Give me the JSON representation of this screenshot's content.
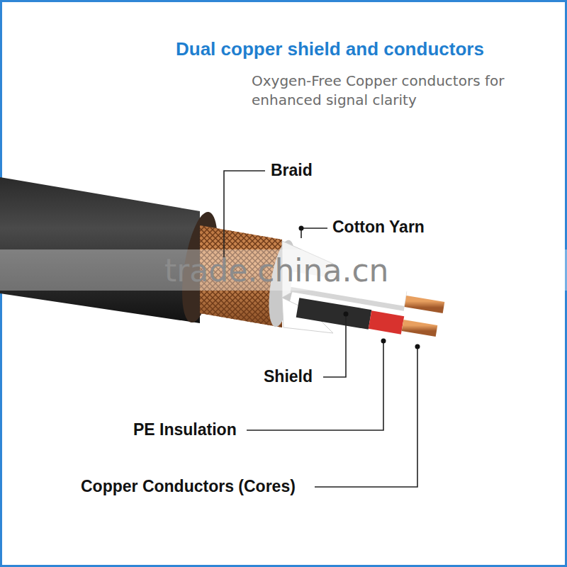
{
  "diagram": {
    "title": "Dual copper shield and conductors",
    "labels": [
      "Oxygen-Free Copper conductors for enhanced signal clarity",
      "Braid",
      "Cotton Yarn",
      "Shield",
      "PE Insulation",
      "Copper Conductors (Cores)",
      "trade.china.cn"
    ]
  }
}
